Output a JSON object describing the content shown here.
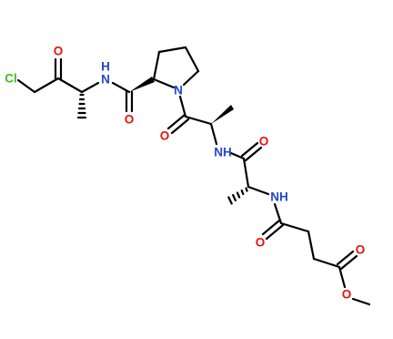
{
  "molecule": {
    "atoms": {
      "cl": "Cl",
      "o_ketone": "O",
      "nh_1": "N",
      "h_1": "H",
      "o_amide_1": "O",
      "n_pro": "N",
      "o_amide_2": "O",
      "nh_2": "NH",
      "o_amide_3": "O",
      "nh_3": "NH",
      "o_amide_4": "O",
      "o_ester_carbonyl": "O",
      "o_ester_single": "O"
    },
    "colors": {
      "oxygen": "#e8120d",
      "nitrogen": "#2446c8",
      "chlorine": "#3fbe1d",
      "bond": "#000000"
    }
  }
}
